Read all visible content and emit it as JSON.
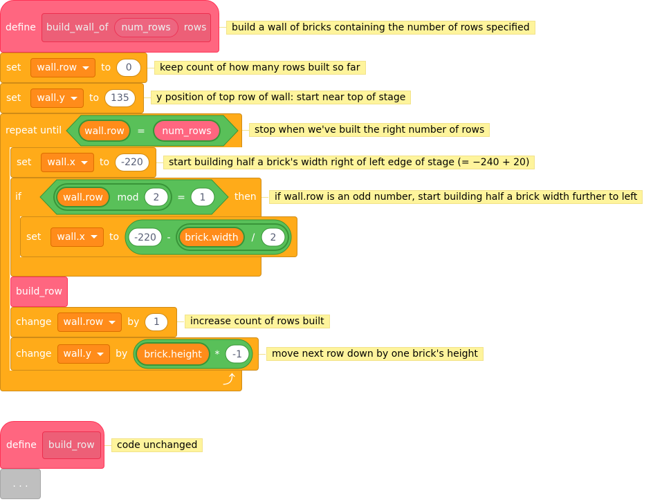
{
  "define1": {
    "keyword": "define",
    "name": "build_wall_of",
    "param": "num_rows",
    "suffix": "rows",
    "comment": "build a wall of bricks containing the number of rows specified"
  },
  "set1": {
    "keyword": "set",
    "var": "wall.row",
    "to": "to",
    "value": "0",
    "comment": "keep count of how many rows built so far"
  },
  "set2": {
    "keyword": "set",
    "var": "wall.y",
    "to": "to",
    "value": "135",
    "comment": "y position of top row of wall: start near top of stage"
  },
  "repeat": {
    "keyword": "repeat until",
    "left": "wall.row",
    "eq": "=",
    "right": "num_rows",
    "comment": "stop when we've built the right number of rows"
  },
  "set3": {
    "keyword": "set",
    "var": "wall.x",
    "to": "to",
    "value": "-220",
    "comment": "start building half a brick's width right of left edge of stage (= −240 + 20)"
  },
  "if_block": {
    "keyword": "if",
    "left": "wall.row",
    "mod": "mod",
    "mod_val": "2",
    "eq": "=",
    "right": "1",
    "then": "then",
    "comment": "if wall.row is an odd number, start building half a brick width further to left"
  },
  "set4": {
    "keyword": "set",
    "var": "wall.x",
    "to": "to",
    "a": "-220",
    "minus": "-",
    "b": "brick.width",
    "div": "/",
    "c": "2"
  },
  "build_row_call": {
    "label": "build_row"
  },
  "change1": {
    "keyword": "change",
    "var": "wall.row",
    "by": "by",
    "value": "1",
    "comment": "increase count of rows built"
  },
  "change2": {
    "keyword": "change",
    "var": "wall.y",
    "by": "by",
    "a": "brick.height",
    "mul": "*",
    "b": "-1",
    "comment": "move next row down by one brick's height"
  },
  "loop_arrow": "⤴",
  "define2": {
    "keyword": "define",
    "name": "build_row",
    "comment": "code unchanged"
  },
  "placeholder": {
    "dots": ". . ."
  },
  "colors": {
    "define": "#ff6680",
    "variables": "#ffab19",
    "data_var": "#ff8c1a",
    "operators": "#59c059",
    "comment": "#fef49c"
  }
}
